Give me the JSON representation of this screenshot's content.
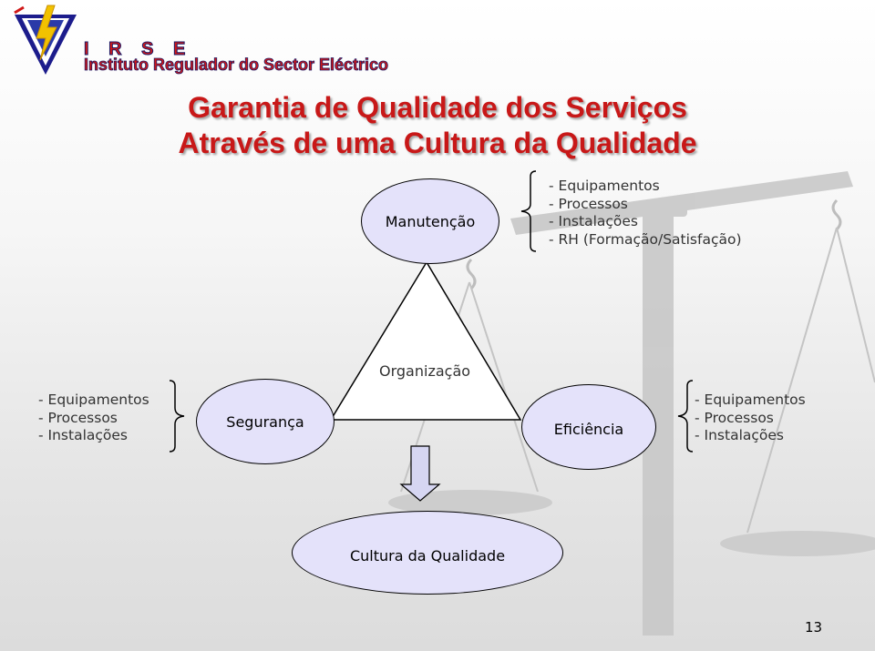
{
  "logo": {
    "acronym": "I R S E",
    "name": "Instituto Regulador do Sector Eléctrico"
  },
  "title": {
    "line1": "Garantia de Qualidade dos Serviços",
    "line2": "Através de uma Cultura da Qualidade"
  },
  "nodes": {
    "manutencao": "Manutenção",
    "seguranca": "Segurança",
    "eficiencia": "Eficiência",
    "cultura": "Cultura da Qualidade",
    "organizacao": "Organização"
  },
  "lists": {
    "manutencao": [
      "- Equipamentos",
      "- Processos",
      "- Instalações",
      "- RH (Formação/Satisfação)"
    ],
    "seguranca": [
      "- Equipamentos",
      "- Processos",
      "- Instalações"
    ],
    "eficiencia": [
      "- Equipamentos",
      "- Processos",
      "- Instalações"
    ]
  },
  "page_number": "13",
  "colors": {
    "title": "#c81818",
    "ellipse_fill": "#e4e2fa",
    "arrow_fill": "#d6d6f2"
  }
}
